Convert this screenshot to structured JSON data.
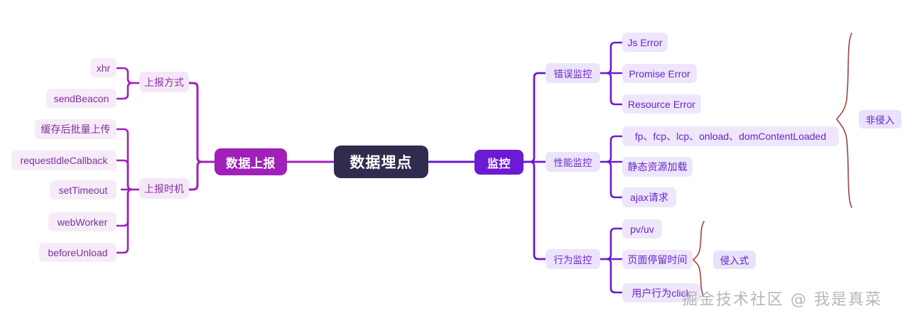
{
  "diagram": {
    "title": "数据埋点",
    "type": "mindmap",
    "colors": {
      "root_bg": "#2f2c4e",
      "root_text": "#ffffff",
      "left_branch": "#a020b8",
      "right_branch": "#6b1bd4",
      "left_leaf_bg": "#f6ecf8",
      "right_leaf_bg": "#eee6fb",
      "brace": "#a85454",
      "background": "#ffffff"
    }
  },
  "root": {
    "label": "数据埋点"
  },
  "left_branch": {
    "label": "数据上报",
    "children": [
      {
        "label": "上报方式",
        "leaves": [
          {
            "label": "xhr"
          },
          {
            "label": "sendBeacon"
          }
        ]
      },
      {
        "label": "上报时机",
        "leaves": [
          {
            "label": "缓存后批量上传"
          },
          {
            "label": "requestIdleCallback"
          },
          {
            "label": "setTimeout"
          },
          {
            "label": "webWorker"
          },
          {
            "label": "beforeUnload"
          }
        ]
      }
    ]
  },
  "right_branch": {
    "label": "监控",
    "children": [
      {
        "label": "错误监控",
        "leaves": [
          {
            "label": "Js Error"
          },
          {
            "label": "Promise Error"
          },
          {
            "label": "Resource Error"
          }
        ]
      },
      {
        "label": "性能监控",
        "leaves": [
          {
            "label": "fp、fcp、lcp、onload、domContentLoaded"
          },
          {
            "label": "静态资源加载"
          },
          {
            "label": "ajax请求"
          }
        ]
      },
      {
        "label": "行为监控",
        "leaves": [
          {
            "label": "pv/uv"
          },
          {
            "label": "页面停留时间"
          },
          {
            "label": "用户行为click"
          }
        ]
      }
    ]
  },
  "annotations": [
    {
      "label": "非侵入"
    },
    {
      "label": "侵入式"
    }
  ],
  "watermark": {
    "text": "掘金技术社区 @ 我是真菜"
  }
}
